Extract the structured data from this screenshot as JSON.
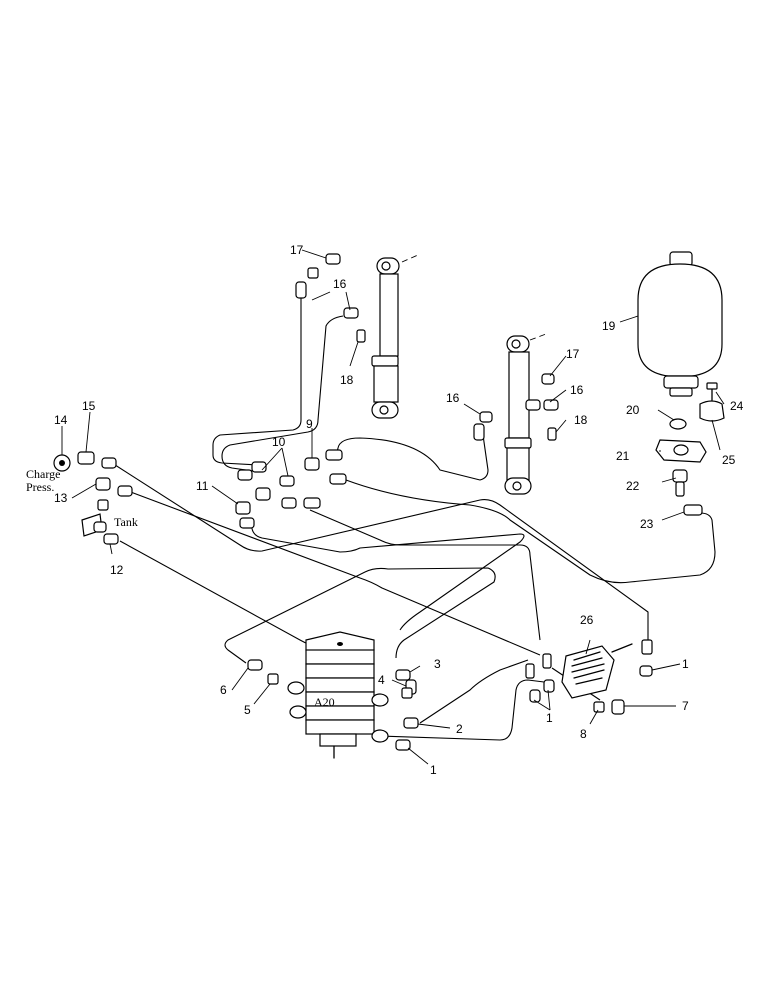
{
  "callouts": {
    "n1a": "1",
    "n1b": "1",
    "n1c": "1",
    "n2": "2",
    "n3": "3",
    "n4": "4",
    "n5": "5",
    "n6": "6",
    "n7": "7",
    "n8": "8",
    "n9": "9",
    "n10": "10",
    "n11": "11",
    "n12": "12",
    "n13": "13",
    "n14": "14",
    "n15": "15",
    "n16a": "16",
    "n16b": "16",
    "n17a": "17",
    "n17b": "17",
    "n18a": "18",
    "n18b": "18",
    "n19": "19",
    "n20": "20",
    "n21": "21",
    "n22": "22",
    "n23": "23",
    "n24": "24",
    "n25": "25",
    "n26": "26"
  },
  "labels": {
    "charge_line1": "Charge",
    "charge_line2": "Press.",
    "tank": "Tank",
    "valve_id": "A20"
  }
}
